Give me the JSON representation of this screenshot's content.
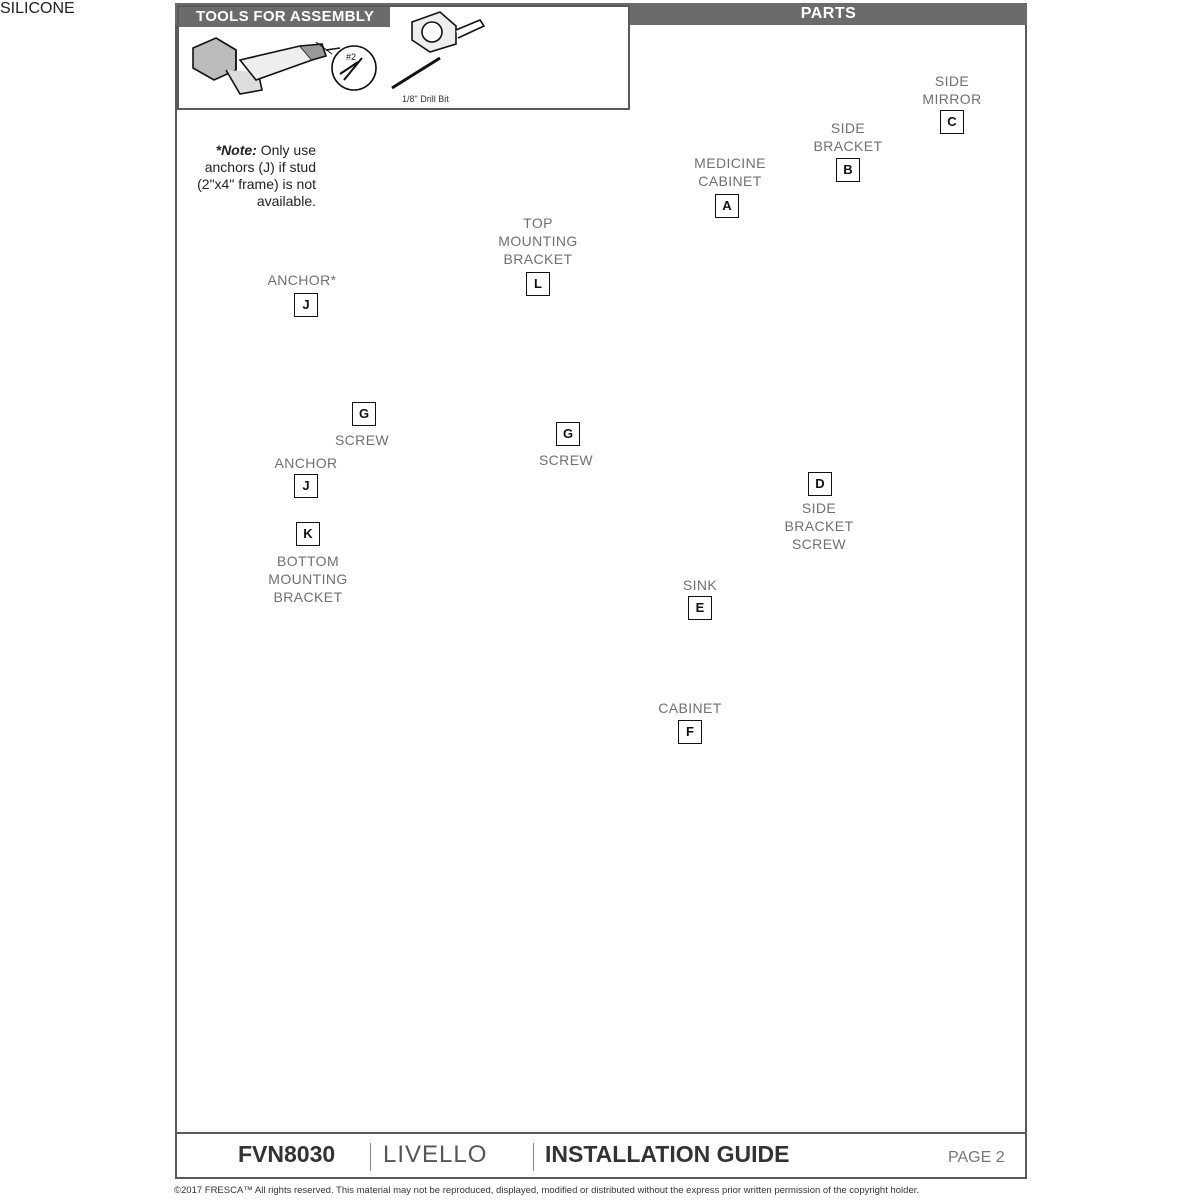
{
  "header": {
    "tools_title": "TOOLS FOR ASSEMBLY",
    "parts_title": "PARTS"
  },
  "tools": {
    "drill_bit_label": "1/8\" Drill Bit",
    "bit_size_label": "#2",
    "silicone_label": "SILICONE"
  },
  "note": {
    "prefix": "*Note:",
    "text": " Only use anchors (J) if stud (2\"x4\" frame) is not available."
  },
  "parts": [
    {
      "letter": "A",
      "name": "MEDICINE CABINET"
    },
    {
      "letter": "B",
      "name": "SIDE BRACKET"
    },
    {
      "letter": "C",
      "name": "SIDE MIRROR"
    },
    {
      "letter": "D",
      "name": "SIDE BRACKET SCREW"
    },
    {
      "letter": "E",
      "name": "SINK"
    },
    {
      "letter": "F",
      "name": "CABINET"
    },
    {
      "letter": "G",
      "name": "SCREW"
    },
    {
      "letter": "G",
      "name": "SCREW"
    },
    {
      "letter": "J",
      "name": "ANCHOR*"
    },
    {
      "letter": "J",
      "name": "ANCHOR"
    },
    {
      "letter": "K",
      "name": "BOTTOM MOUNTING BRACKET"
    },
    {
      "letter": "L",
      "name": "TOP MOUNTING BRACKET"
    }
  ],
  "labels": {
    "medicine_cabinet_1": "MEDICINE",
    "medicine_cabinet_2": "CABINET",
    "side_bracket_1": "SIDE",
    "side_bracket_2": "BRACKET",
    "side_mirror_1": "SIDE",
    "side_mirror_2": "MIRROR",
    "side_bracket_screw_1": "SIDE",
    "side_bracket_screw_2": "BRACKET",
    "side_bracket_screw_3": "SCREW",
    "sink": "SINK",
    "cabinet": "CABINET",
    "screw_1": "SCREW",
    "screw_2": "SCREW",
    "anchor_star": "ANCHOR*",
    "anchor": "ANCHOR",
    "bottom_bracket_1": "BOTTOM",
    "bottom_bracket_2": "MOUNTING",
    "bottom_bracket_3": "BRACKET",
    "top_bracket_1": "TOP",
    "top_bracket_2": "MOUNTING",
    "top_bracket_3": "BRACKET"
  },
  "footer": {
    "model": "FVN8030",
    "series": "LIVELLO",
    "guide": "INSTALLATION GUIDE",
    "page": "PAGE 2",
    "copyright": "©2017 FRESCA™ All rights reserved. This material may not be reproduced, displayed, modified or distributed without the express prior written permission of the copyright holder."
  },
  "colors": {
    "header_gray": "#6b6b6b",
    "frame_gray": "#5a5a5a",
    "label_gray": "#707070",
    "logo_blue": "#1f5a8a"
  }
}
